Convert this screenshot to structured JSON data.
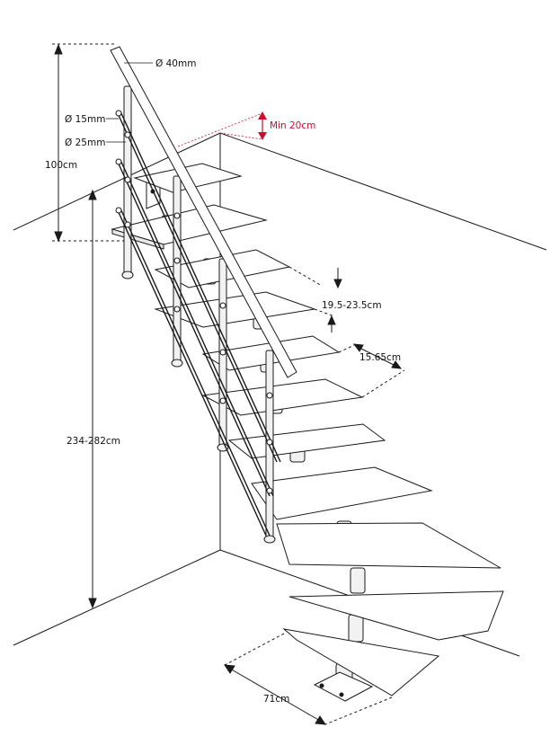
{
  "diagram": {
    "title": "Quarter-turn staircase dimensions",
    "labels": {
      "handrail_diameter": "Ø 40mm",
      "baluster_thin": "Ø 15mm",
      "baluster_post": "Ø 25mm",
      "handrail_height": "100cm",
      "headroom": "Min 20cm",
      "floor_height": "234-282cm",
      "riser_height": "19.5-23.5cm",
      "going": "15.65cm",
      "width": "71cm"
    },
    "colors": {
      "line": "#1a1a1a",
      "tread_fill": "#ffffff",
      "accent": "#c8102e",
      "metal_fill": "#f2f2f2"
    }
  }
}
